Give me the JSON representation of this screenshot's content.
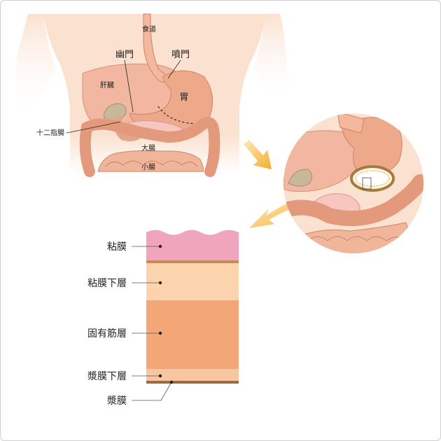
{
  "labels": {
    "esophagus": "食道",
    "pylorus": "幽門",
    "cardia": "噴門",
    "liver": "肝臓",
    "stomach": "胃",
    "duodenum": "十二指腸",
    "large_intestine": "大腸",
    "small_intestine": "小腸"
  },
  "layers": {
    "mucosa": "粘膜",
    "submucosa": "粘膜下層",
    "muscularis_propria": "固有筋層",
    "subserosa": "漿膜下層",
    "serosa": "漿膜"
  },
  "colors": {
    "skin": "#fbe1cf",
    "organ": "#eea98a",
    "intestine": "#e39a7c",
    "mucosa": "#f0a5bd",
    "submucosa": "#fbd4ae",
    "muscularis": "#f3a678",
    "serosa": "#a06a3a",
    "arrow": "#f6b53c"
  }
}
